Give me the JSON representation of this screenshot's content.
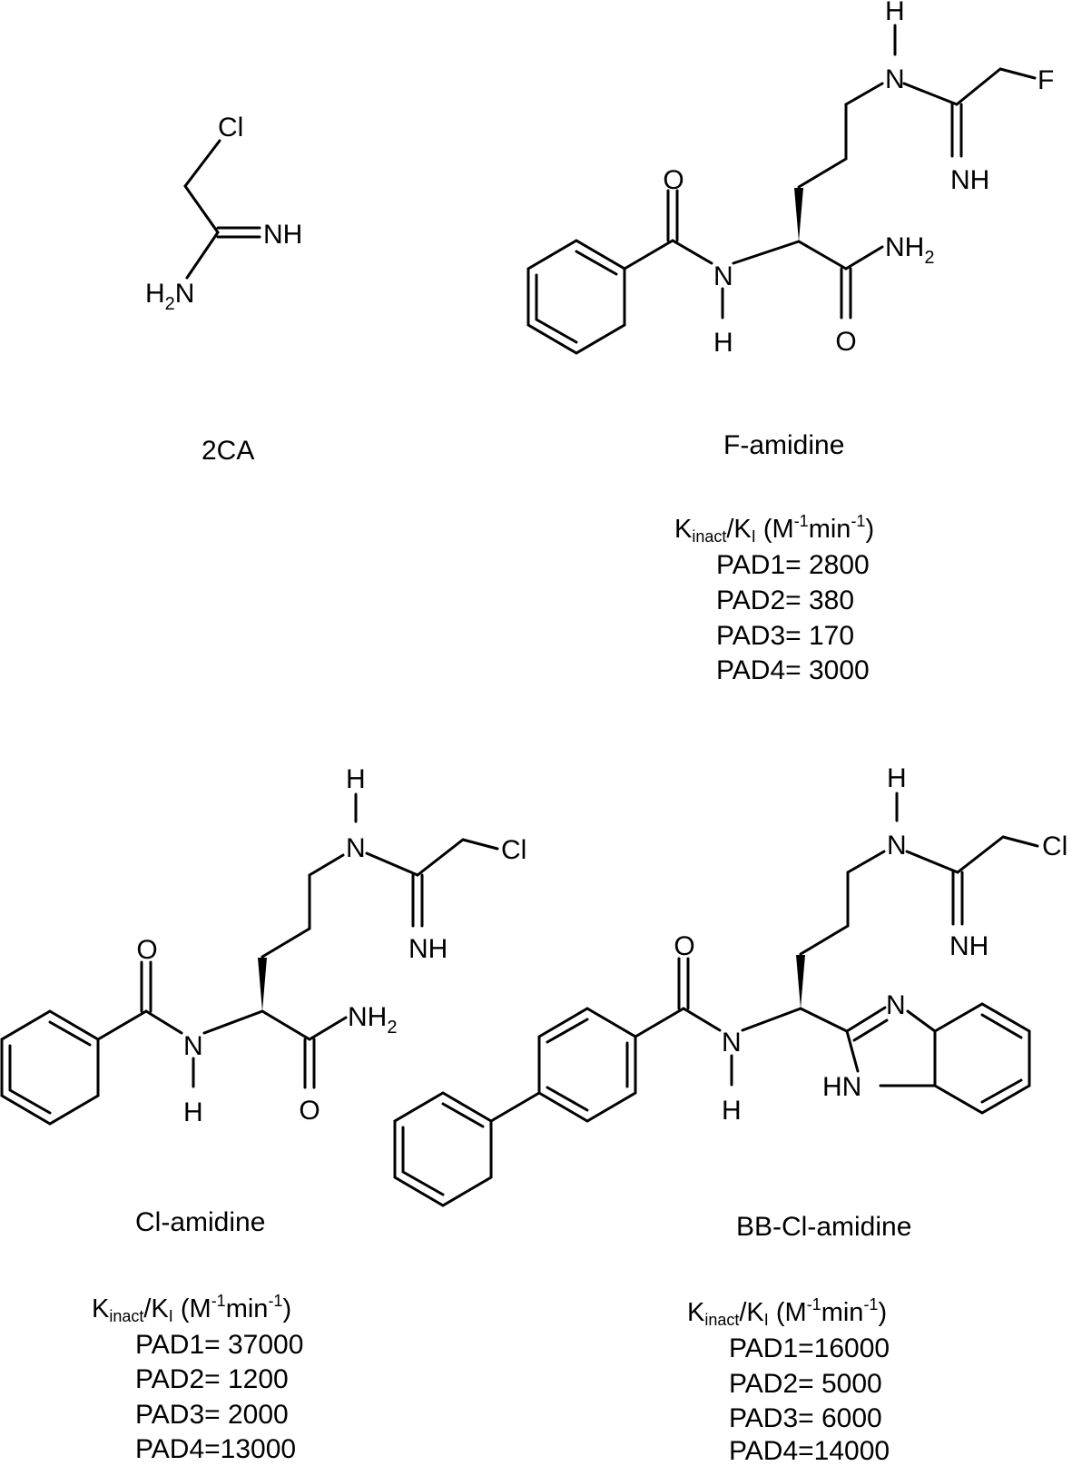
{
  "compounds": [
    {
      "name": "2CA",
      "atoms": {
        "cl": "Cl",
        "nh": "NH",
        "h2n_h": "H",
        "h2n_2": "2",
        "h2n_n": "N"
      }
    },
    {
      "name": "F-amidine",
      "atoms": {
        "nh_top_h": "H",
        "nh_top_n": "N",
        "f": "F",
        "imine": "NH",
        "carbonyl_o": "O",
        "amide_n": "N",
        "amide_h": "H",
        "nh2_main": "NH",
        "nh2_sub": "2",
        "amide_o": "O"
      },
      "kinetics": {
        "k": "K",
        "inact": "inact",
        "slash": "/K",
        "i": "I",
        "unit_open": "(M",
        "exp1": "-1",
        "min": "min",
        "exp2": "-1",
        "unit_close": ")",
        "values": [
          "PAD1= 2800",
          "PAD2= 380",
          "PAD3= 170",
          "PAD4= 3000"
        ]
      }
    },
    {
      "name": "Cl-amidine",
      "atoms": {
        "nh_top_h": "H",
        "nh_top_n": "N",
        "cl": "Cl",
        "imine": "NH",
        "carbonyl_o": "O",
        "amide_n": "N",
        "amide_h": "H",
        "nh2_main": "NH",
        "nh2_sub": "2",
        "amide_o": "O"
      },
      "kinetics": {
        "k": "K",
        "inact": "inact",
        "slash": "/K",
        "i": "I",
        "unit_open": "(M",
        "exp1": "-1",
        "min": "min",
        "exp2": "-1",
        "unit_close": ")",
        "values": [
          "PAD1= 37000",
          "PAD2= 1200",
          "PAD3= 2000",
          "PAD4=13000"
        ]
      }
    },
    {
      "name": "BB-Cl-amidine",
      "atoms": {
        "nh_top_h": "H",
        "nh_top_n": "N",
        "cl": "Cl",
        "imine": "NH",
        "carbonyl_o": "O",
        "amide_n": "N",
        "amide_h": "H",
        "bzim_n": "N",
        "bzim_hn": "HN"
      },
      "kinetics": {
        "k": "K",
        "inact": "inact",
        "slash": "/K",
        "i": "I",
        "unit_open": "(M",
        "exp1": "-1",
        "min": "min",
        "exp2": "-1",
        "unit_close": ")",
        "values": [
          "PAD1=16000",
          "PAD2= 5000",
          "PAD3= 6000",
          "PAD4=14000"
        ]
      }
    }
  ]
}
